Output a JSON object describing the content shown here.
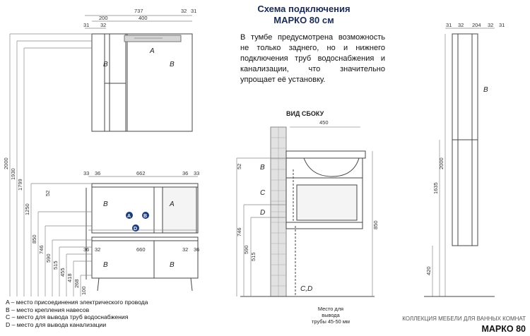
{
  "header": {
    "title_line1": "Схема подключения",
    "title_line2": "МАРКО 80 см"
  },
  "description": "В тумбе предусмотрена возможность не только заднего, но и нижнего подключения труб водоснабжения и канализации, что значительно упрощает её установку.",
  "side_view_label": "ВИД СБОКУ",
  "legend": [
    "A – место присоединения электрического провода",
    "B – место крепления навесов",
    "C – место для вывода труб водоснабжения",
    "D – место для вывода канализации"
  ],
  "pipe_note": [
    "Место для",
    "вывода",
    "трубы 45-50 мм"
  ],
  "footer": {
    "collection": "КОЛЛЕКЦИЯ МЕБЕЛИ ДЛЯ ВАННЫХ КОМНАТ",
    "model": "МАРКО 80"
  },
  "dimensions": {
    "front_top": [
      "737",
      "200",
      "400",
      "31",
      "32",
      "32",
      "31"
    ],
    "front_left_vertical": [
      "2000",
      "1930",
      "1799",
      "1250",
      "850",
      "746",
      "590",
      "515",
      "455",
      "418",
      "268",
      "100"
    ],
    "cabinet_upper": [
      "33",
      "36",
      "662",
      "36",
      "33",
      "52"
    ],
    "cabinet_lower": [
      "36",
      "32",
      "660",
      "32",
      "36"
    ],
    "side": [
      "450",
      "52",
      "746",
      "590",
      "515",
      "850"
    ],
    "right_top": [
      "31",
      "32",
      "204",
      "32",
      "31"
    ],
    "right_vertical": [
      "2000",
      "1635",
      "420"
    ]
  },
  "markers": {
    "A": "A",
    "B": "B",
    "C": "C",
    "D": "D",
    "CD": "C,D"
  },
  "colors": {
    "line": "#444444",
    "dim": "#666666",
    "brick": "#c9c9c9",
    "panel": "#f4f4f4",
    "accent_dot": "#1f3a78"
  }
}
